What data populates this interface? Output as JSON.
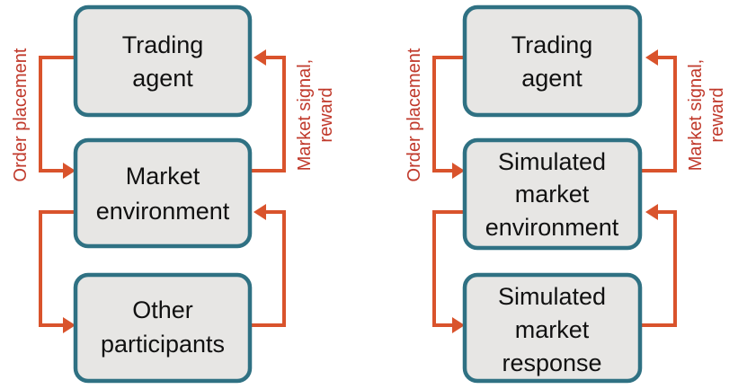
{
  "left_diagram": {
    "boxes": {
      "top": [
        "Trading",
        "agent"
      ],
      "middle": [
        "Market",
        "environment"
      ],
      "bottom": [
        "Other",
        "participants"
      ]
    },
    "labels": {
      "left": [
        "Order placement"
      ],
      "right": [
        "Market signal,",
        "reward"
      ]
    }
  },
  "right_diagram": {
    "boxes": {
      "top": [
        "Trading",
        "agent"
      ],
      "middle": [
        "Simulated",
        "market",
        "environment"
      ],
      "bottom": [
        "Simulated",
        "market",
        "response"
      ]
    },
    "labels": {
      "left": [
        "Order placement"
      ],
      "right": [
        "Market signal,",
        "reward"
      ]
    }
  },
  "colors": {
    "box_fill": "#e7e6e4",
    "box_border": "#2f7183",
    "arrow": "#d9532c",
    "label_text": "#c0392b"
  }
}
